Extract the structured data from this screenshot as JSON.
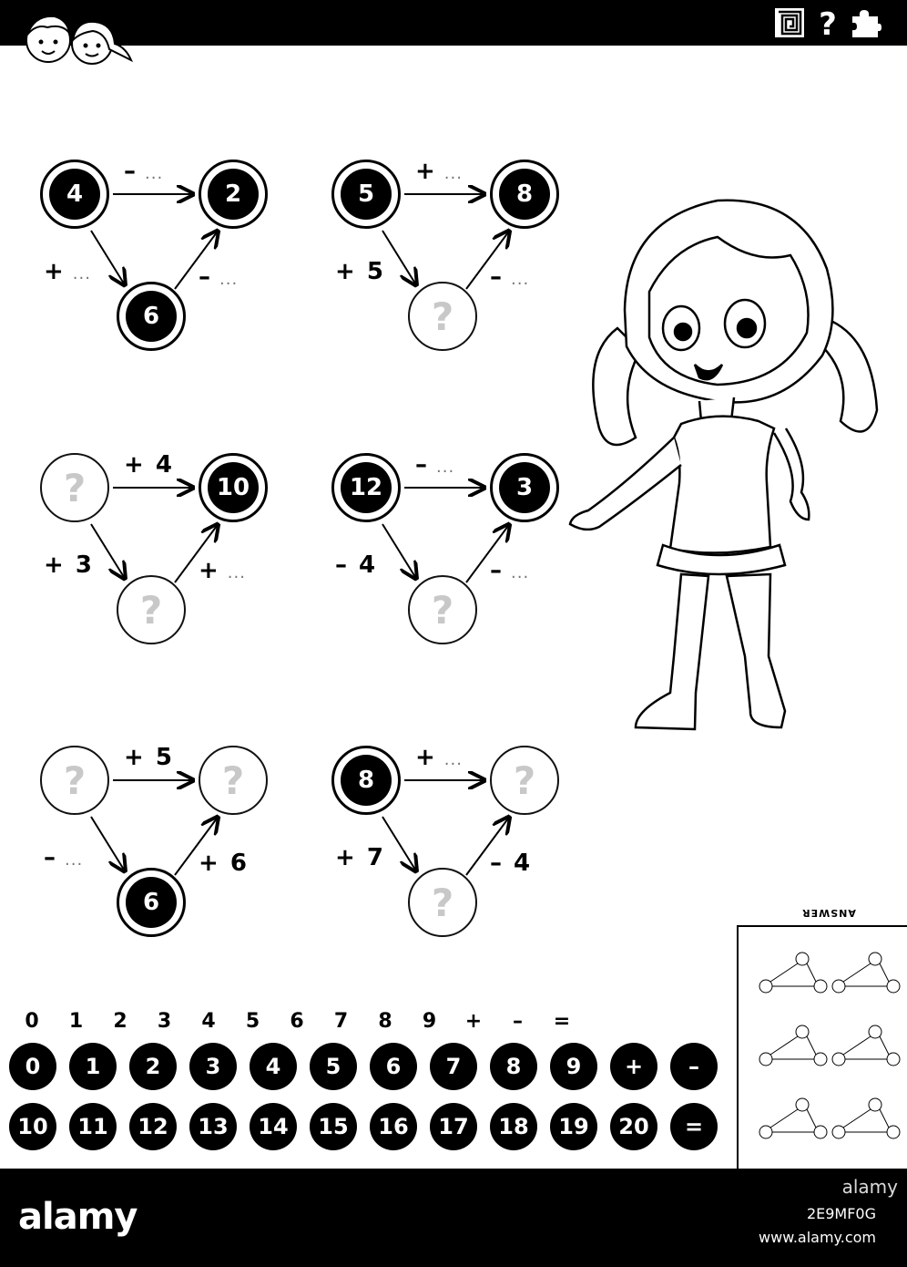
{
  "puzzles": [
    {
      "nodes": [
        {
          "value": "4",
          "known": true
        },
        {
          "value": "2",
          "known": true
        },
        {
          "value": "6",
          "known": true
        }
      ],
      "ops": {
        "top": "–",
        "top_dots": "...",
        "left": "+",
        "left_dots": "...",
        "right": "–",
        "right_dots": "..."
      }
    },
    {
      "nodes": [
        {
          "value": "5",
          "known": true
        },
        {
          "value": "8",
          "known": true
        },
        {
          "value": "?",
          "known": false
        }
      ],
      "ops": {
        "top": "+",
        "top_dots": "...",
        "left": "+ 5",
        "left_dots": "",
        "right": "–",
        "right_dots": "..."
      }
    },
    {
      "nodes": [
        {
          "value": "?",
          "known": false
        },
        {
          "value": "10",
          "known": true
        },
        {
          "value": "?",
          "known": false
        }
      ],
      "ops": {
        "top": "+ 4",
        "top_dots": "",
        "left": "+ 3",
        "left_dots": "",
        "right": "+",
        "right_dots": "..."
      }
    },
    {
      "nodes": [
        {
          "value": "12",
          "known": true
        },
        {
          "value": "3",
          "known": true
        },
        {
          "value": "?",
          "known": false
        }
      ],
      "ops": {
        "top": "–",
        "top_dots": "...",
        "left": "– 4",
        "left_dots": "",
        "right": "–",
        "right_dots": "..."
      }
    },
    {
      "nodes": [
        {
          "value": "?",
          "known": false
        },
        {
          "value": "?",
          "known": false
        },
        {
          "value": "6",
          "known": true
        }
      ],
      "ops": {
        "top": "+ 5",
        "top_dots": "",
        "left": "–",
        "left_dots": "...",
        "right": "+ 6",
        "right_dots": ""
      }
    },
    {
      "nodes": [
        {
          "value": "8",
          "known": true
        },
        {
          "value": "?",
          "known": false
        },
        {
          "value": "?",
          "known": false
        }
      ],
      "ops": {
        "top": "+",
        "top_dots": "...",
        "left": "+ 7",
        "left_dots": "",
        "right": "– 4",
        "right_dots": ""
      }
    }
  ],
  "answer": {
    "title": "ANSWER"
  },
  "palette": {
    "digits_row": [
      "0",
      "1",
      "2",
      "3",
      "4",
      "5",
      "6",
      "7",
      "8",
      "9",
      "+",
      "–",
      "="
    ],
    "pills_row1": [
      "0",
      "1",
      "2",
      "3",
      "4",
      "5",
      "6",
      "7",
      "8",
      "9",
      "+",
      "–"
    ],
    "pills_row2": [
      "10",
      "11",
      "12",
      "13",
      "14",
      "15",
      "16",
      "17",
      "18",
      "19",
      "20",
      "="
    ]
  },
  "footer": {
    "watermark": "alamy",
    "logo": "alamy",
    "image_id": "2E9MF0G",
    "url": "www.alamy.com"
  },
  "icons": [
    "kids-faces-icon",
    "maze-icon",
    "question-mark-icon",
    "puzzle-piece-icon",
    "girl-illustration"
  ]
}
